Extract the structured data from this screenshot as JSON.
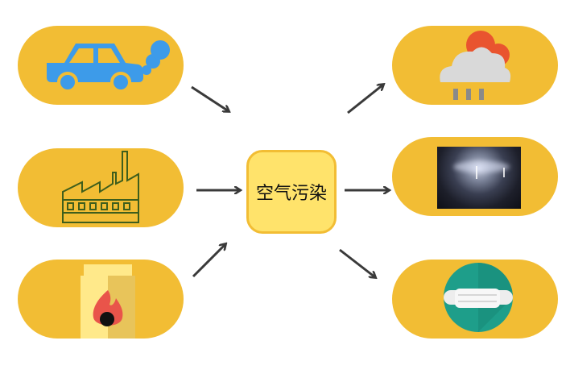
{
  "center": {
    "label": "空气污染"
  },
  "sources": [
    {
      "name": "car",
      "icon": "car-exhaust-icon"
    },
    {
      "name": "factory",
      "icon": "factory-icon"
    },
    {
      "name": "coal",
      "icon": "burning-coal-bag-icon"
    }
  ],
  "effects": [
    {
      "name": "rain",
      "icon": "acid-rain-cloud-icon"
    },
    {
      "name": "storm",
      "icon": "storm-photo"
    },
    {
      "name": "mask",
      "icon": "face-mask-icon"
    }
  ],
  "colors": {
    "pill": "#F2BD34",
    "center_fill": "#FFE36B",
    "arrow": "#3a3a3a",
    "car": "#3D9BE9",
    "factory_line": "#3E5E1C",
    "cloud": "#D9D9D9",
    "sun": "#E9542F",
    "rain": "#8A8A8A",
    "mask_circle": "#1E9E8A",
    "fire": "#E9544A"
  }
}
